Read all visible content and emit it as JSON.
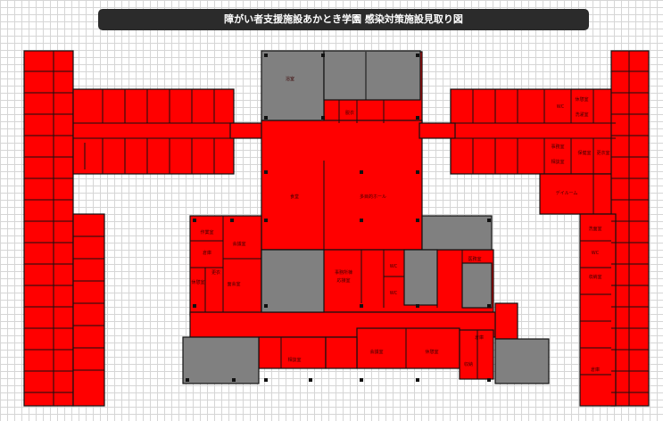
{
  "title": "障がい者支援施設あかとき学園 感染対策施設見取り図",
  "colors": {
    "zone_red": "#ff0000",
    "zone_gray": "#808080",
    "wall": "#111111",
    "grid": "#d6d6d6",
    "title_bg": "#2b2b2b"
  },
  "rooms": {
    "top_center": "浴室",
    "north_center_small": "脱衣",
    "dining_west": "食堂",
    "dining_center": "多目的ホール",
    "east_wc_top": "WC",
    "east_top_right_a": "休憩室",
    "east_top_right_b": "洗濯室",
    "east_room_c": "事務室",
    "east_room_d": "相談室",
    "east_room_e": "保健室",
    "east_room_f": "更衣室",
    "east_day_room": "デイルーム",
    "east_ward_a": "洗面室",
    "east_ward_wc": "WC",
    "east_ward_b": "収納室",
    "east_ward_c": "倉庫",
    "west_center_a": "作業室",
    "west_center_b": "会議室",
    "west_center_c": "倉庫",
    "west_center_d": "更衣",
    "west_center_e": "休憩室",
    "west_center_f": "面会室",
    "center_office": "事務所棟",
    "center_office_sub": "応接室",
    "center_wc_1": "WC",
    "center_wc_2": "WC",
    "center_gray_label": "医務室",
    "south_room_a": "相談室",
    "south_room_b": "会議室",
    "south_room_c": "休憩室",
    "south_room_d": "倉庫",
    "south_room_e": "収納"
  }
}
